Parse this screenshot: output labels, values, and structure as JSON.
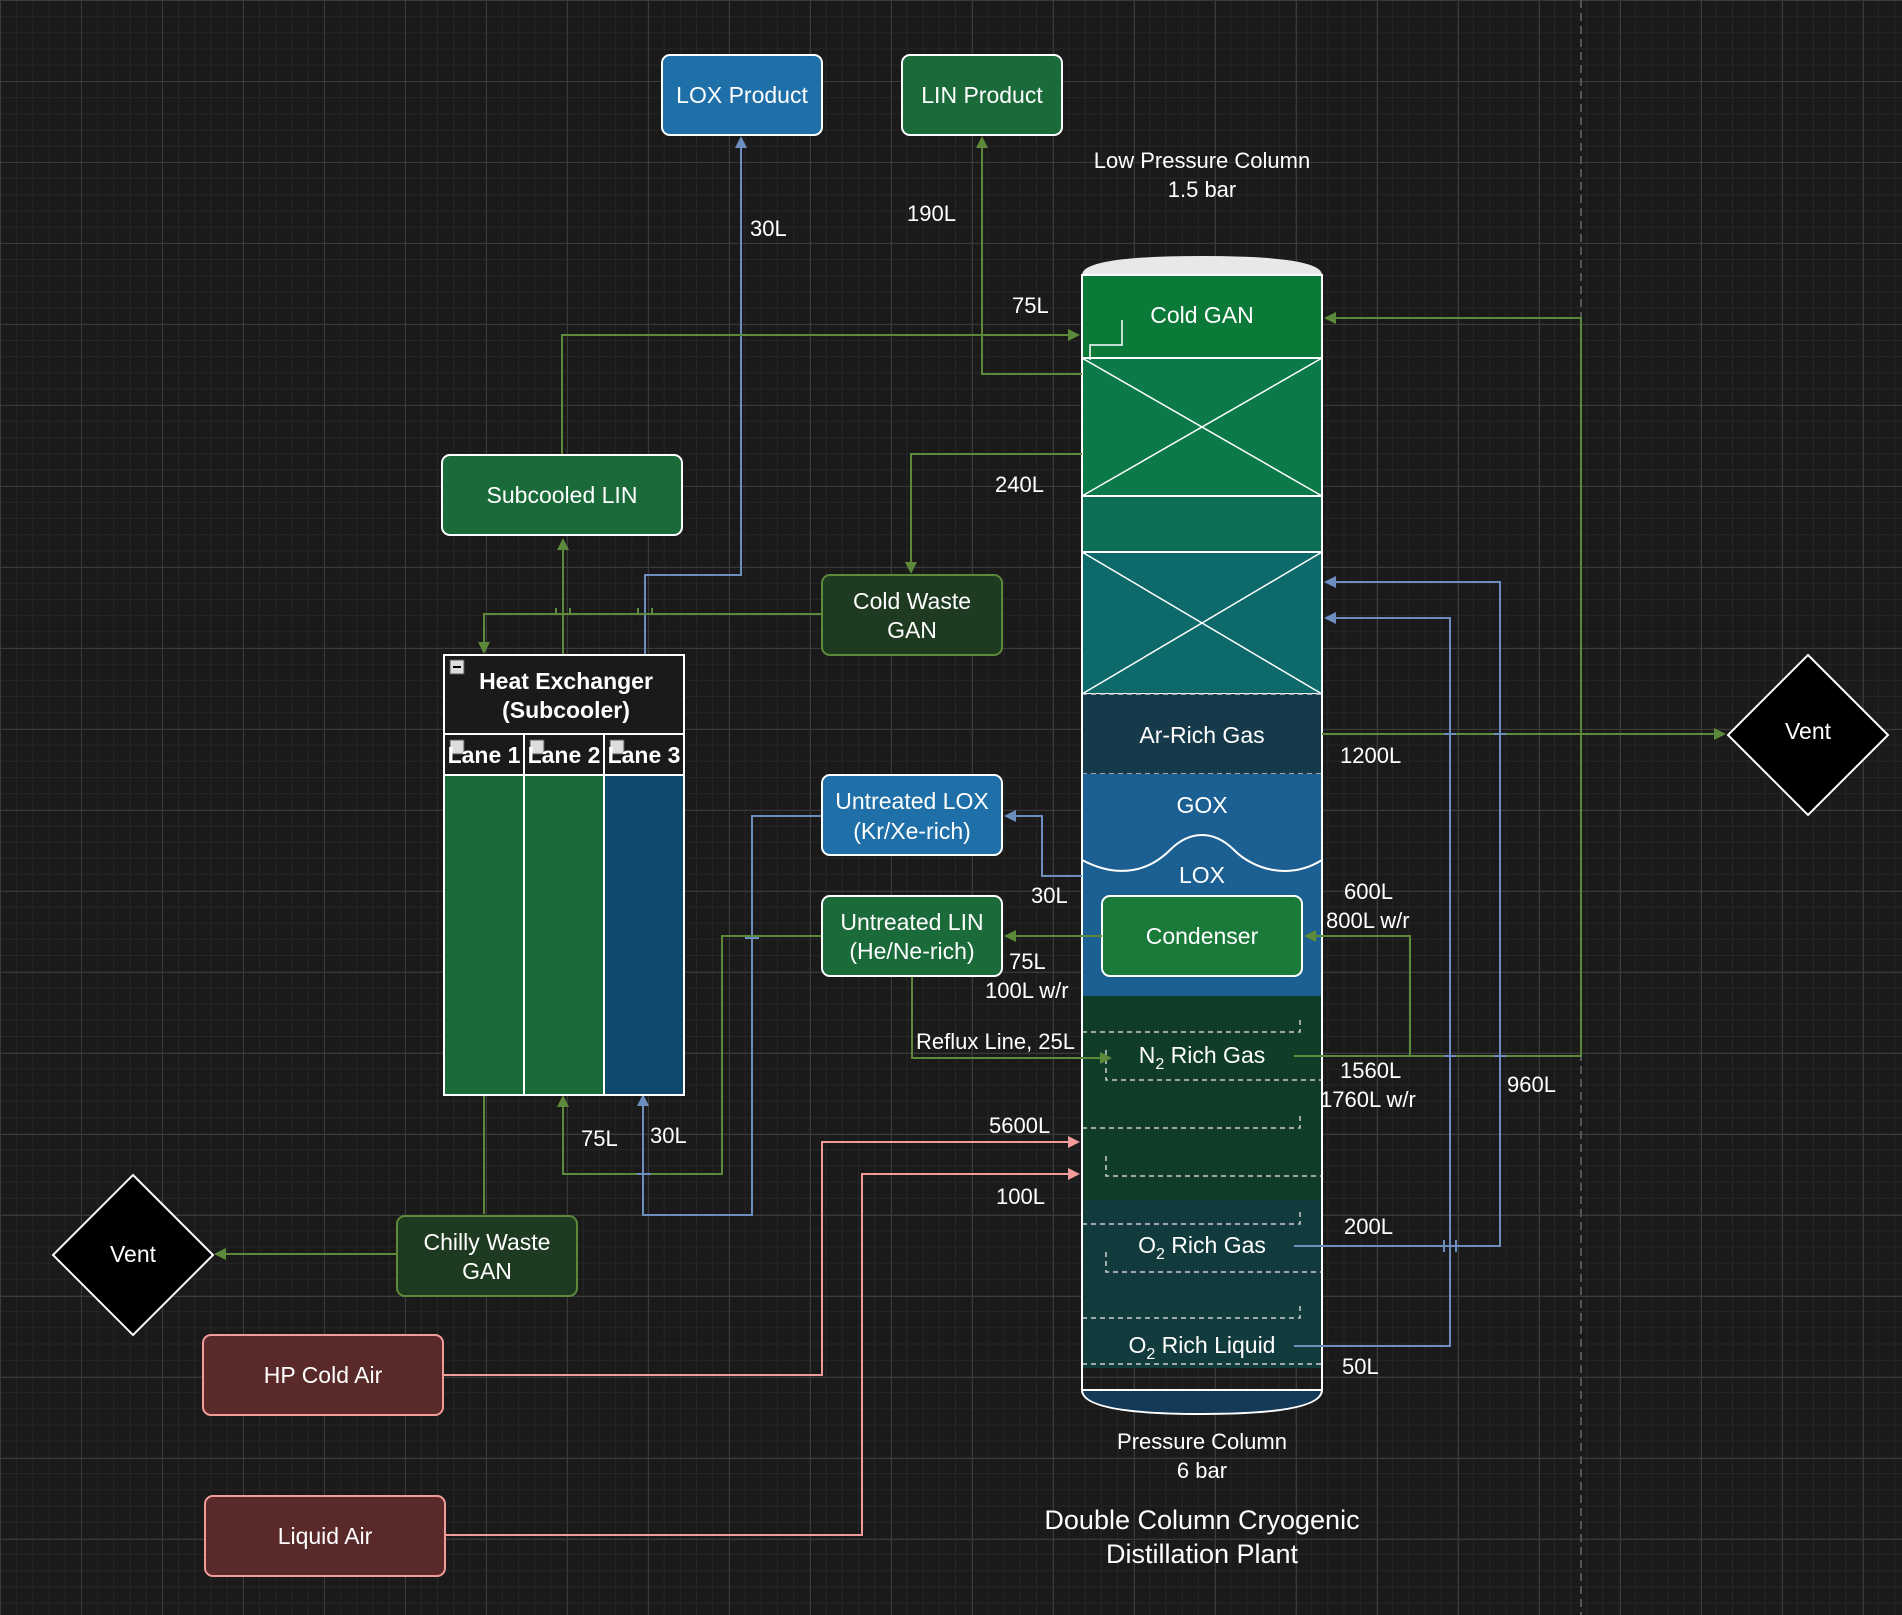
{
  "diagram": {
    "title_line1": "Double Column Cryogenic",
    "title_line2": "Distillation Plant",
    "products": {
      "lox": "LOX Product",
      "lin": "LIN Product"
    },
    "lp_column": {
      "label_line1": "Low Pressure Column",
      "label_line2": "1.5 bar",
      "cold_gan": "Cold GAN",
      "ar_rich_gas": "Ar-Rich Gas",
      "gox": "GOX",
      "lox": "LOX",
      "condenser": "Condenser"
    },
    "hp_column": {
      "label_line1": "Pressure Column",
      "label_line2": "6 bar",
      "n2_rich_gas": "N",
      "n2_sub": "2",
      "n2_rest": " Rich Gas",
      "o2_rich_gas": "O",
      "o2_sub": "2",
      "o2_rest": " Rich Gas",
      "o2_rich_liquid": "O",
      "o2l_sub": "2",
      "o2l_rest": " Rich Liquid"
    },
    "heat_exchanger": {
      "title_line1": "Heat Exchanger",
      "title_line2": "(Subcooler)",
      "lane1": "Lane 1",
      "lane2": "Lane 2",
      "lane3": "Lane 3"
    },
    "nodes": {
      "subcooled_lin": "Subcooled LIN",
      "cold_waste_gan_1": "Cold Waste",
      "cold_waste_gan_2": "GAN",
      "untreated_lox_1": "Untreated LOX",
      "untreated_lox_2": "(Kr/Xe-rich)",
      "untreated_lin_1": "Untreated LIN",
      "untreated_lin_2": "(He/Ne-rich)",
      "chilly_waste_gan_1": "Chilly Waste",
      "chilly_waste_gan_2": "GAN",
      "vent_left": "Vent",
      "vent_right": "Vent",
      "hp_cold_air": "HP Cold Air",
      "liquid_air": "Liquid Air"
    },
    "flow_labels": {
      "lox_30l": "30L",
      "lin_190l": "190L",
      "gan_75l": "75L",
      "waste_240l": "240L",
      "ar_1200l": "1200L",
      "cond_600l": "600L",
      "cond_800l": "800L w/r",
      "kr_30l": "30L",
      "ne_75l": "75L",
      "ne_100l": "100L w/r",
      "reflux": "Reflux Line, 25L",
      "n2_1560l": "1560L",
      "n2_1760l": "1760L w/r",
      "n2_960l": "960L",
      "air_5600l": "5600L",
      "liq_100l": "100L",
      "o2g_200l": "200L",
      "o2l_50l": "50L",
      "hx_75l": "75L",
      "hx_30l": "30L"
    },
    "colors": {
      "green_line": "#5c8a3a",
      "blue_line": "#6c8ebf",
      "red_line": "#f19c99",
      "lox_blue": "#1f6fa8",
      "lin_green": "#1a7a3a",
      "dark_green": "#1e3a20",
      "red_fill": "#5a2a2a"
    }
  }
}
